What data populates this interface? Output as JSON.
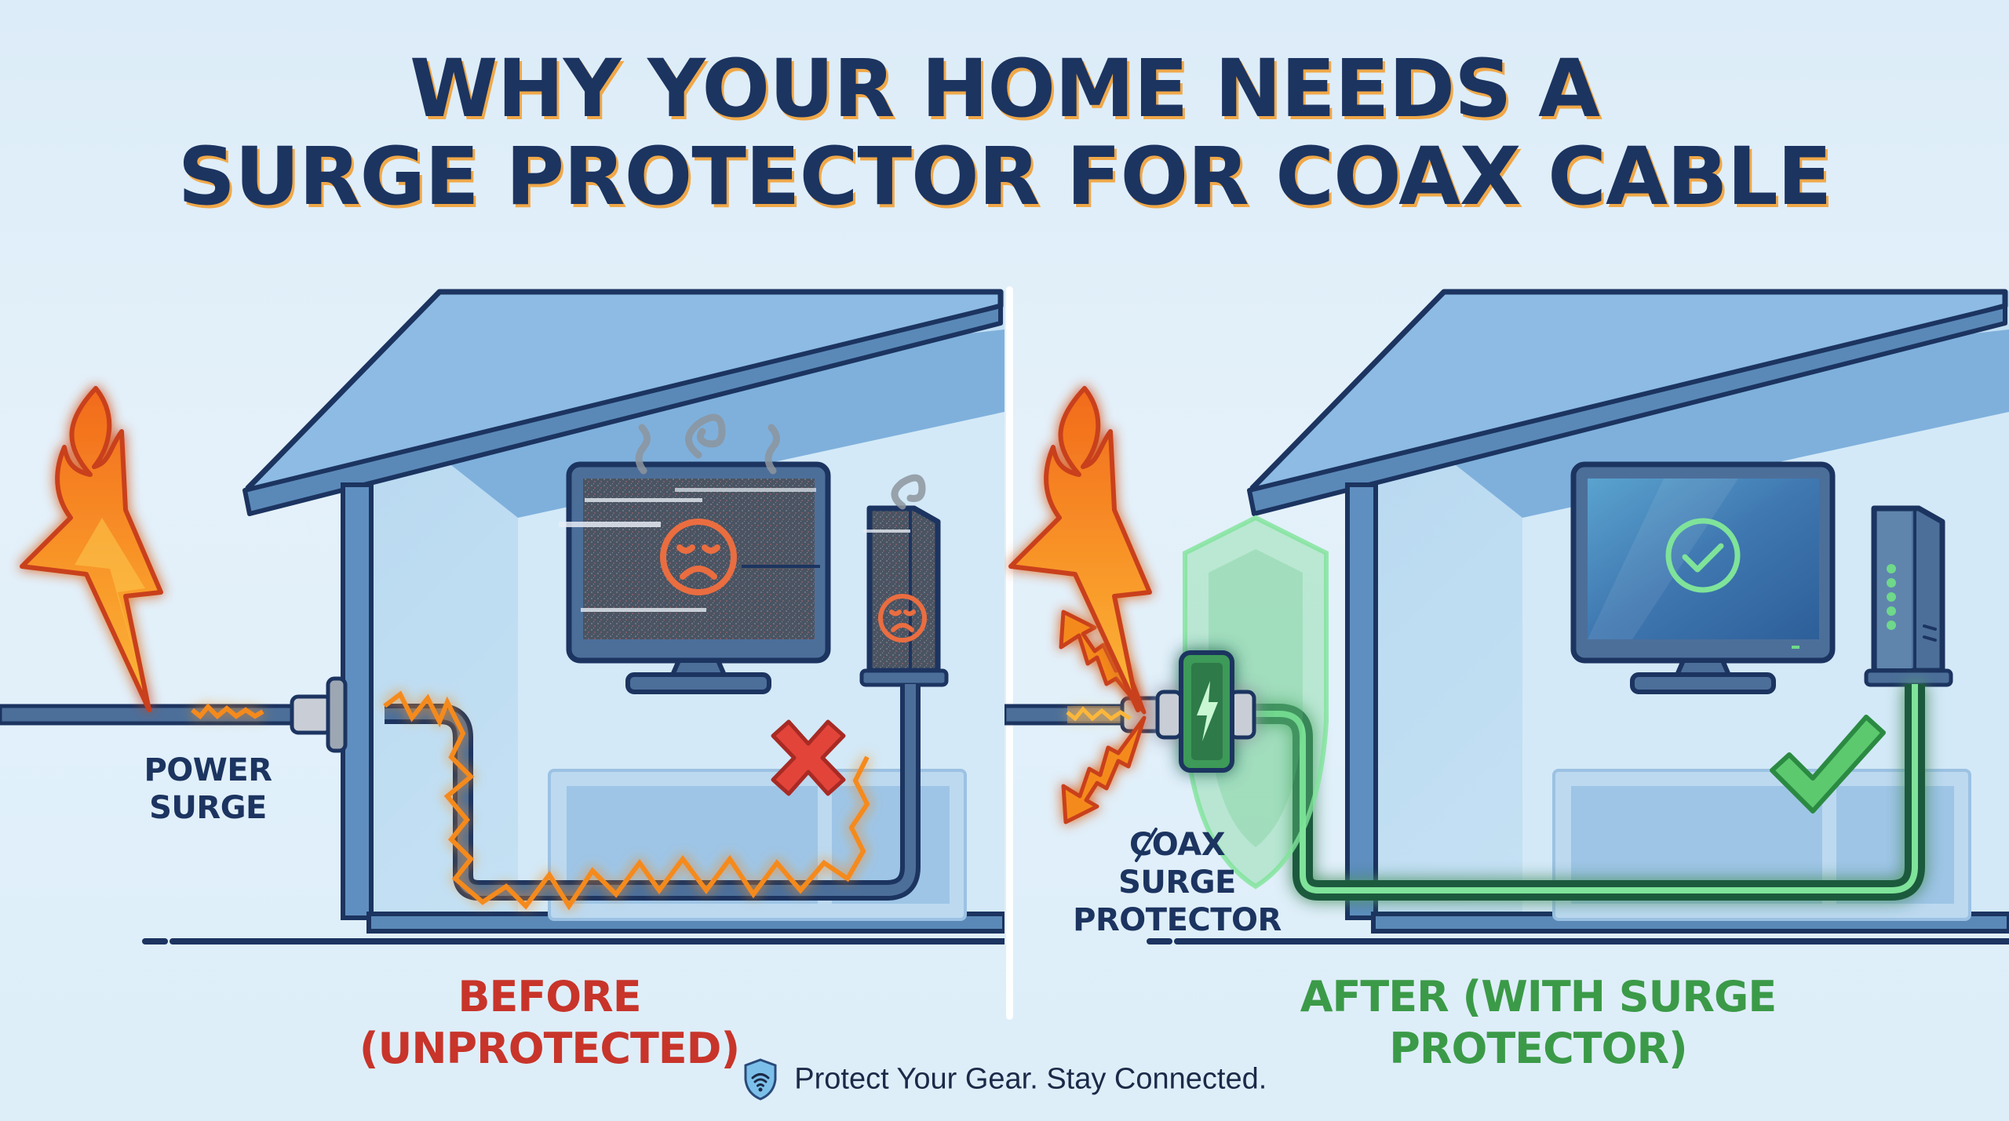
{
  "title": {
    "line1": "WHY YOUR HOME NEEDS A",
    "line2": "SURGE PROTECTOR FOR COAX CABLE"
  },
  "panels": {
    "before": {
      "caption": "BEFORE (UNPROTECTED)",
      "caption_color": "#c8342a",
      "callout": {
        "line1": "POWER",
        "line2": "SURGE"
      },
      "icons": [
        "lightning-bolt-icon",
        "sad-face-icon",
        "smoke-icon",
        "red-x-icon",
        "zigzag-surge-icon"
      ]
    },
    "after": {
      "caption": "AFTER (WITH SURGE PROTECTOR)",
      "caption_color": "#3b9a48",
      "callout": {
        "line1": "COAX SURGE",
        "line2": "PROTECTOR"
      },
      "icons": [
        "lightning-bolt-icon",
        "shield-icon",
        "deflect-arrow-icon",
        "check-circle-icon",
        "green-check-icon"
      ]
    }
  },
  "footer": {
    "text": "Protect Your Gear. Stay Connected.",
    "icon": "wifi-shield-icon"
  },
  "colors": {
    "navy": "#1c3460",
    "house_blue": "#5f8fc0",
    "roof_blue": "#8ab8e0",
    "surge_orange": "#f58a1f",
    "protect_green": "#4fd36a",
    "error_red": "#e2443a",
    "background": "#e0eff9"
  }
}
